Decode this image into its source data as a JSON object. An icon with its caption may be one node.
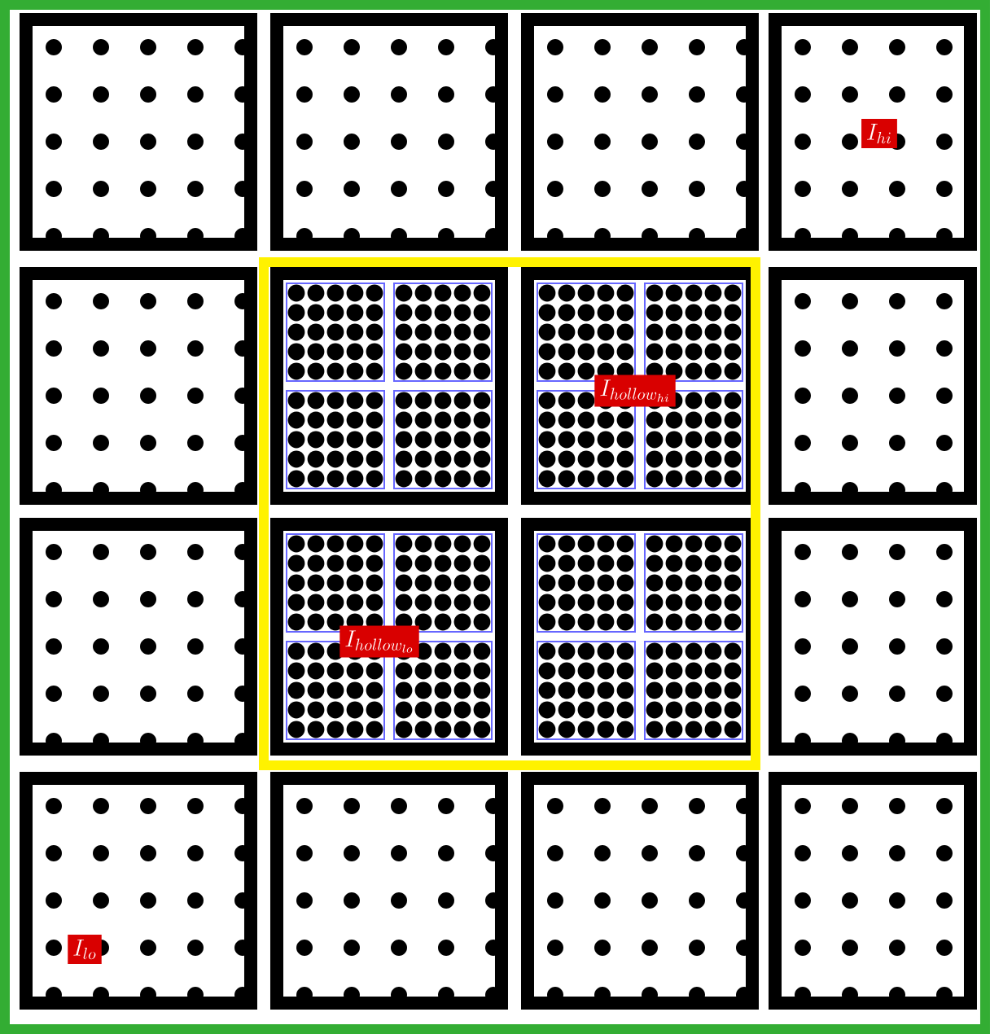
{
  "diagram": {
    "nodes": [
      {
        "text": [
          "I_{hi}"
        ]
      },
      {
        "text": [
          "I_{hollow_{hi}}"
        ]
      },
      {
        "text": [
          "I_{hollow_{lo}}"
        ]
      },
      {
        "text": [
          "I_{lo}"
        ]
      }
    ]
  }
}
